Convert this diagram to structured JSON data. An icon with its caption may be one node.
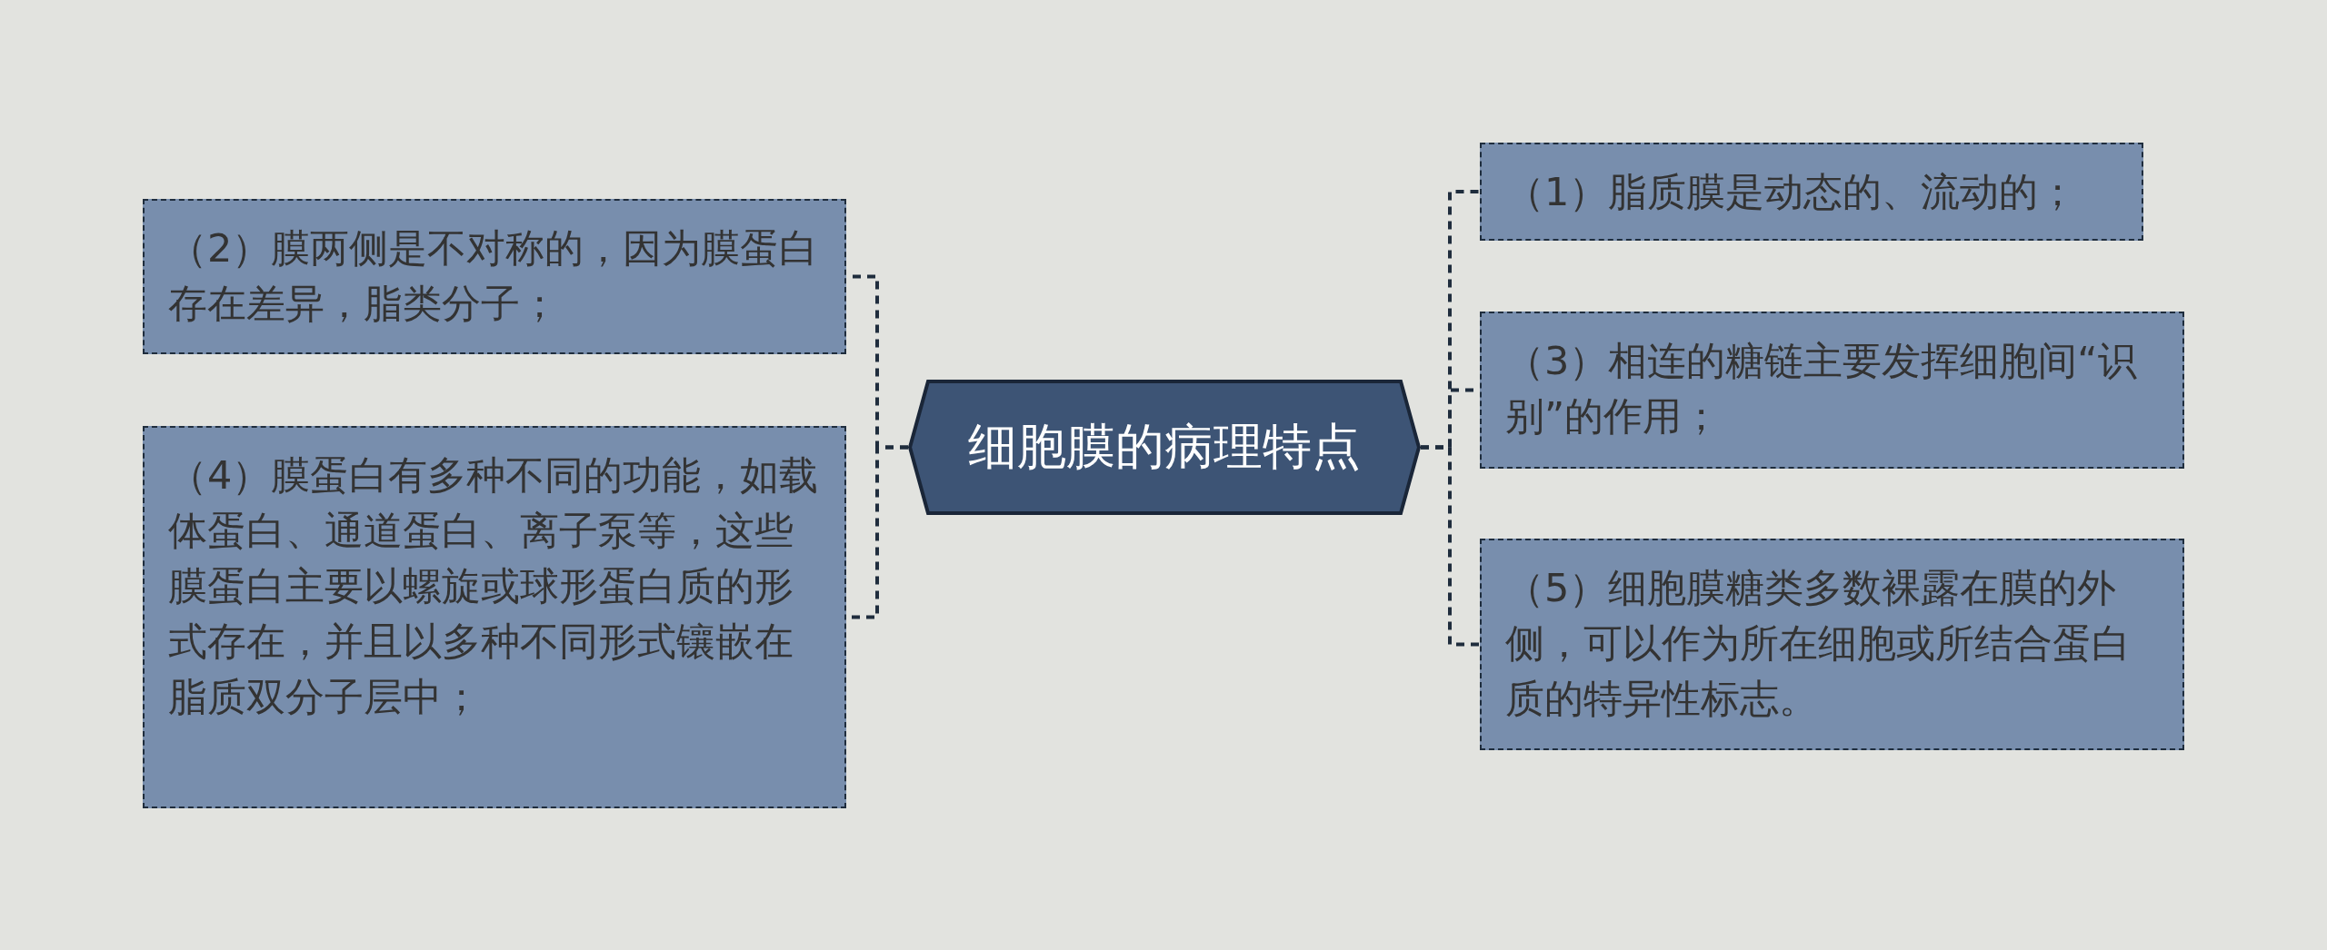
{
  "diagram": {
    "nodes": [
      {
        "text": [
          "细胞膜的病理特点"
        ]
      },
      {
        "text": [
          "（2）膜两侧是不对称的，因为膜蛋白存在差异，脂类分子；"
        ]
      },
      {
        "text": [
          "（4）膜蛋白有多种不同的功能，如载体蛋白、通道蛋白、离子泵等，这些膜蛋白主要以螺旋或球形蛋白质的形式存在，并且以多种不同形式镶嵌在脂质双分子层中；"
        ]
      },
      {
        "text": [
          "（1）脂质膜是动态的、流动的；"
        ]
      },
      {
        "text": [
          "（3）相连的糖链主要发挥细胞间“识别”的作用；"
        ]
      },
      {
        "text": [
          "（5）细胞膜糖类多数裸露在膜的外侧，可以作为所在细胞或所结合蛋白质的特异性标志。"
        ]
      }
    ],
    "edges": [
      {
        "from": 0,
        "to": 1,
        "arrow": "none",
        "style": "dashed"
      },
      {
        "from": 0,
        "to": 2,
        "arrow": "none",
        "style": "dashed"
      },
      {
        "from": 0,
        "to": 3,
        "arrow": "none",
        "style": "dashed"
      },
      {
        "from": 0,
        "to": 4,
        "arrow": "none",
        "style": "dashed"
      },
      {
        "from": 0,
        "to": 5,
        "arrow": "none",
        "style": "dashed"
      }
    ]
  }
}
